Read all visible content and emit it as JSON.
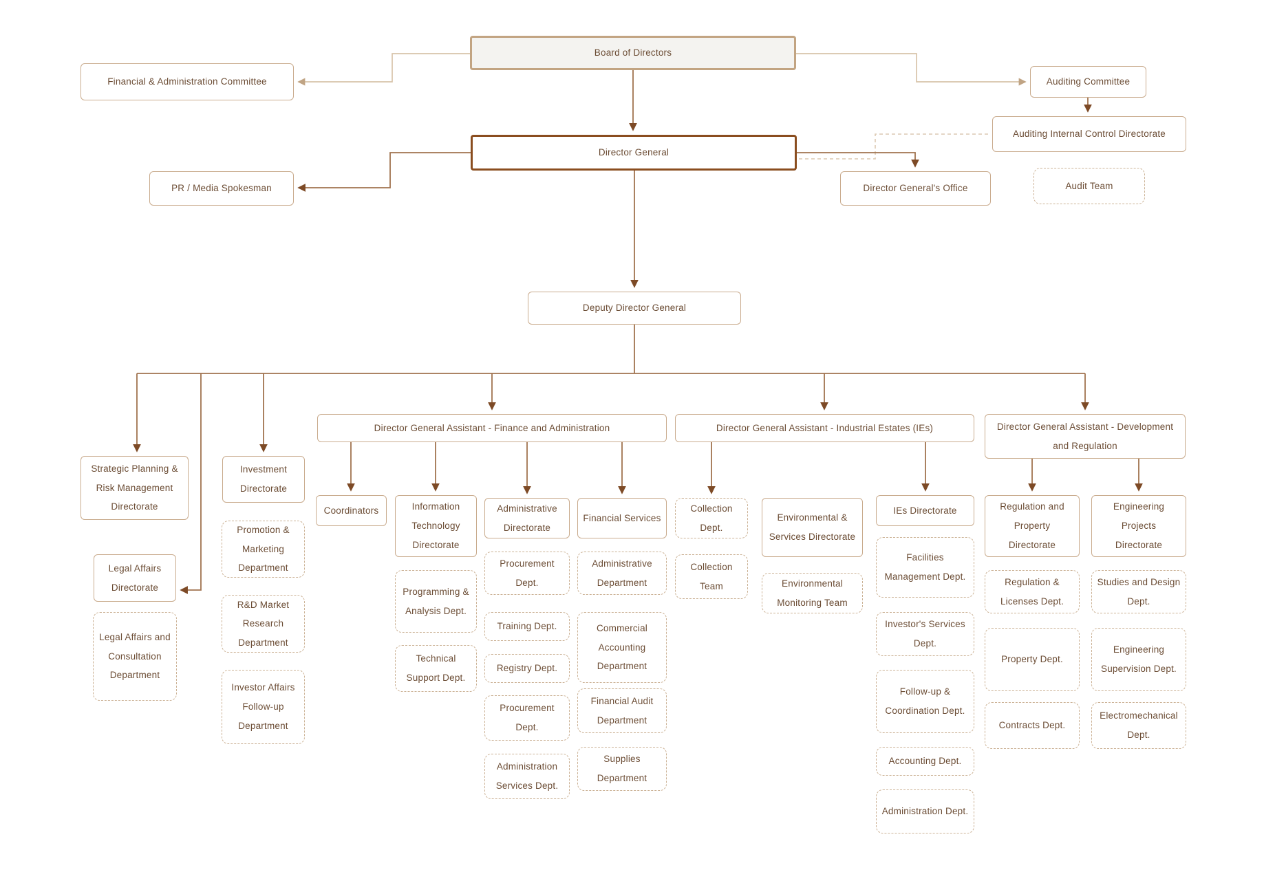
{
  "diagram_type": "organization-chart",
  "colors": {
    "box_border": "#c9ab8d",
    "dashed_border": "#cbb194",
    "board_fill": "#f4f3f0",
    "board_border": "#c2a482",
    "director_general_border": "#8a4d1f",
    "text": "#6b4c34",
    "line": "#a0734f",
    "line_light": "#d8c4aa",
    "line_dashed": "#dcc9b2",
    "arrow": "#7d4a26"
  },
  "nodes": {
    "board": {
      "label": "Board of Directors"
    },
    "fin_admin_committee": {
      "label": "Financial & Administration Committee"
    },
    "auditing_committee": {
      "label": "Auditing Committee"
    },
    "aicd": {
      "label": "Auditing Internal Control Directorate"
    },
    "dg": {
      "label": "Director General"
    },
    "pr_media": {
      "label": "PR / Media Spokesman"
    },
    "dg_office": {
      "label": "Director General's Office"
    },
    "audit_team": {
      "label": "Audit Team"
    },
    "deputy": {
      "label": "Deputy Director General"
    },
    "dga_finance": {
      "label": "Director General Assistant - Finance and Administration"
    },
    "dga_ies": {
      "label": "Director General Assistant - Industrial Estates (IEs)"
    },
    "dga_dev": {
      "label": "Director General Assistant - Development and Regulation"
    },
    "strategic": {
      "label": "Strategic Planning & Risk Management Directorate"
    },
    "investment": {
      "label": "Investment Directorate"
    },
    "legal_dir": {
      "label": "Legal Affairs Directorate"
    },
    "legal_consult": {
      "label": "Legal Affairs and Consultation Department"
    },
    "promotion": {
      "label": "Promotion & Marketing Department"
    },
    "rd_market": {
      "label": "R&D Market Research Department"
    },
    "investor_affairs": {
      "label": "Investor Affairs Follow-up Department"
    },
    "coordinators": {
      "label": "Coordinators"
    },
    "it_dir": {
      "label": "Information Technology Directorate"
    },
    "prog_analysis": {
      "label": "Programming & Analysis Dept."
    },
    "tech_support": {
      "label": "Technical Support Dept."
    },
    "admin_dir": {
      "label": "Administrative Directorate"
    },
    "procurement1": {
      "label": "Procurement Dept."
    },
    "training": {
      "label": "Training Dept."
    },
    "registry": {
      "label": "Registry Dept."
    },
    "procurement2": {
      "label": "Procurement Dept."
    },
    "admin_services": {
      "label": "Administration Services Dept."
    },
    "fin_services": {
      "label": "Financial Services"
    },
    "admin_dept": {
      "label": "Administrative Department"
    },
    "commercial_acct": {
      "label": "Commercial Accounting Department"
    },
    "fin_audit": {
      "label": "Financial Audit Department"
    },
    "supplies": {
      "label": "Supplies Department"
    },
    "collection_dept": {
      "label": "Collection Dept."
    },
    "collection_team": {
      "label": "Collection Team"
    },
    "env_services": {
      "label": "Environmental & Services Directorate"
    },
    "env_monitoring": {
      "label": "Environmental Monitoring Team"
    },
    "ies_dir": {
      "label": "IEs Directorate"
    },
    "facilities": {
      "label": "Facilities Management Dept."
    },
    "investors_services": {
      "label": "Investor's Services Dept."
    },
    "followup_coord": {
      "label": "Follow-up & Coordination Dept."
    },
    "accounting": {
      "label": "Accounting Dept."
    },
    "admin_dept2": {
      "label": "Administration Dept."
    },
    "reg_property": {
      "label": "Regulation and Property Directorate"
    },
    "reg_licenses": {
      "label": "Regulation & Licenses Dept."
    },
    "property": {
      "label": "Property Dept."
    },
    "contracts": {
      "label": "Contracts Dept."
    },
    "eng_projects": {
      "label": "Engineering Projects Directorate"
    },
    "studies_design": {
      "label": "Studies and Design Dept."
    },
    "eng_supervision": {
      "label": "Engineering Supervision Dept."
    },
    "electromech": {
      "label": "Electromechanical Dept."
    }
  },
  "edges": [
    {
      "from": "board",
      "to": "fin_admin_committee",
      "style": "solid-light"
    },
    {
      "from": "board",
      "to": "auditing_committee",
      "style": "solid-light"
    },
    {
      "from": "board",
      "to": "dg",
      "style": "solid"
    },
    {
      "from": "auditing_committee",
      "to": "aicd",
      "style": "solid"
    },
    {
      "from": "dg",
      "to": "aicd",
      "style": "dashed"
    },
    {
      "from": "dg",
      "to": "pr_media",
      "style": "solid"
    },
    {
      "from": "dg",
      "to": "dg_office",
      "style": "solid"
    },
    {
      "from": "dg",
      "to": "deputy",
      "style": "solid"
    },
    {
      "from": "deputy",
      "to": "strategic",
      "style": "solid"
    },
    {
      "from": "deputy",
      "to": "legal_dir",
      "style": "solid"
    },
    {
      "from": "deputy",
      "to": "investment",
      "style": "solid"
    },
    {
      "from": "deputy",
      "to": "dga_finance",
      "style": "solid"
    },
    {
      "from": "deputy",
      "to": "dga_ies",
      "style": "solid"
    },
    {
      "from": "deputy",
      "to": "dga_dev",
      "style": "solid"
    },
    {
      "from": "dga_finance",
      "to": "coordinators",
      "style": "solid"
    },
    {
      "from": "dga_finance",
      "to": "it_dir",
      "style": "solid"
    },
    {
      "from": "dga_finance",
      "to": "admin_dir",
      "style": "solid"
    },
    {
      "from": "dga_finance",
      "to": "fin_services",
      "style": "solid"
    },
    {
      "from": "dga_ies",
      "to": "collection_dept",
      "style": "solid"
    },
    {
      "from": "dga_ies",
      "to": "ies_dir",
      "style": "solid"
    },
    {
      "from": "dga_dev",
      "to": "reg_property",
      "style": "solid"
    },
    {
      "from": "dga_dev",
      "to": "eng_projects",
      "style": "solid"
    }
  ],
  "stacks": {
    "investment": [
      "promotion",
      "rd_market",
      "investor_affairs"
    ],
    "legal_dir": [
      "legal_consult"
    ],
    "it_dir": [
      "prog_analysis",
      "tech_support"
    ],
    "admin_dir": [
      "procurement1",
      "training",
      "registry",
      "procurement2",
      "admin_services"
    ],
    "fin_services": [
      "admin_dept",
      "commercial_acct",
      "fin_audit",
      "supplies"
    ],
    "collection_dept": [
      "collection_team"
    ],
    "env_services": [
      "env_monitoring"
    ],
    "ies_dir": [
      "facilities",
      "investors_services",
      "followup_coord",
      "accounting",
      "admin_dept2"
    ],
    "reg_property": [
      "reg_licenses",
      "property",
      "contracts"
    ],
    "eng_projects": [
      "studies_design",
      "eng_supervision",
      "electromech"
    ]
  }
}
